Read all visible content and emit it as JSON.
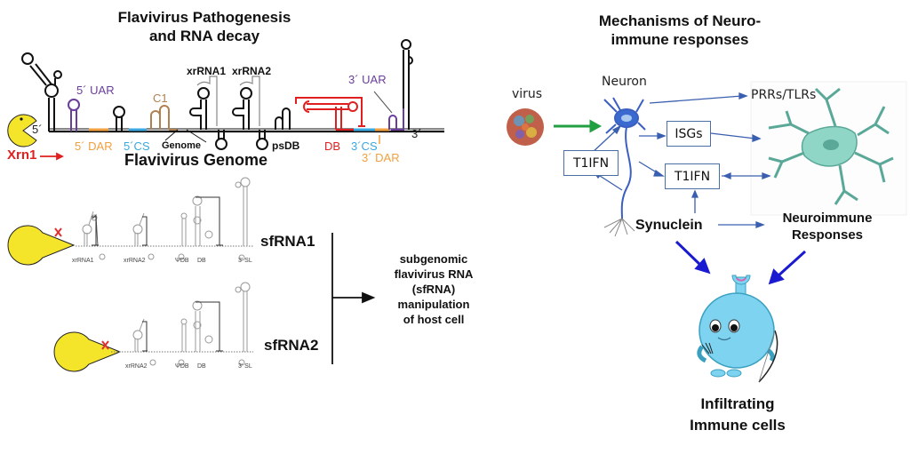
{
  "left_panel": {
    "title_line1": "Flavivirus Pathogenesis",
    "title_line2": "and RNA decay",
    "genome": {
      "caption": "Flavivirus Genome",
      "enzyme_label": "Xrn1",
      "five_prime": "5´",
      "three_prime": "3´",
      "labels": {
        "uar5": "5´ UAR",
        "dar5": "5´ DAR",
        "cs5": "5´CS",
        "c1": "C1",
        "genome": "Genome",
        "xrrna1": "xrRNA1",
        "xrrna2": "xrRNA2",
        "psdb": "psDB",
        "db": "DB",
        "cs3": "3´CS",
        "dar3": "3´ DAR",
        "uar3": "3´ UAR"
      },
      "colors": {
        "xrn1": "#e02020",
        "uar": "#6a3d9a",
        "dar": "#f0a040",
        "cs": "#3aa8e0",
        "c1": "#b08050",
        "db": "#e02020",
        "backbone": "#111111",
        "pacman": "#f5e52a"
      }
    },
    "sfrna": [
      {
        "name": "sfRNA1",
        "structures": [
          "xrRNA1",
          "xrRNA2",
          "ΨDB",
          "DB",
          "3' SL"
        ]
      },
      {
        "name": "sfRNA2",
        "structures": [
          "xrRNA2",
          "ΨDB",
          "DB",
          "3' SL"
        ]
      }
    ],
    "outcome": [
      "subgenomic",
      "flavivirus RNA",
      "(sfRNA)",
      "manipulation",
      "of host cell"
    ]
  },
  "right_panel": {
    "title_line1": "Mechanisms of Neuro-",
    "title_line2": "immune responses",
    "virus_label": "virus",
    "neuron_label": "Neuron",
    "prr_label": "PRRs/TLRs",
    "isgs_box": "ISGs",
    "t1ifn_box_left": "T1IFN",
    "t1ifn_box_center": "T1IFN",
    "synuclein_label": "Synuclein",
    "neuroimmune_line1": "Neuroimmune",
    "neuroimmune_line2": "Responses",
    "infiltrating_line1": "Infiltrating",
    "infiltrating_line2": "Immune cells",
    "colors": {
      "arrow_blue": "#3a5fb0",
      "arrow_dark_blue": "#1a1ad0",
      "arrow_green": "#20a040",
      "glia": "#7cc8b8",
      "immune_cell": "#7dd3f0"
    }
  }
}
